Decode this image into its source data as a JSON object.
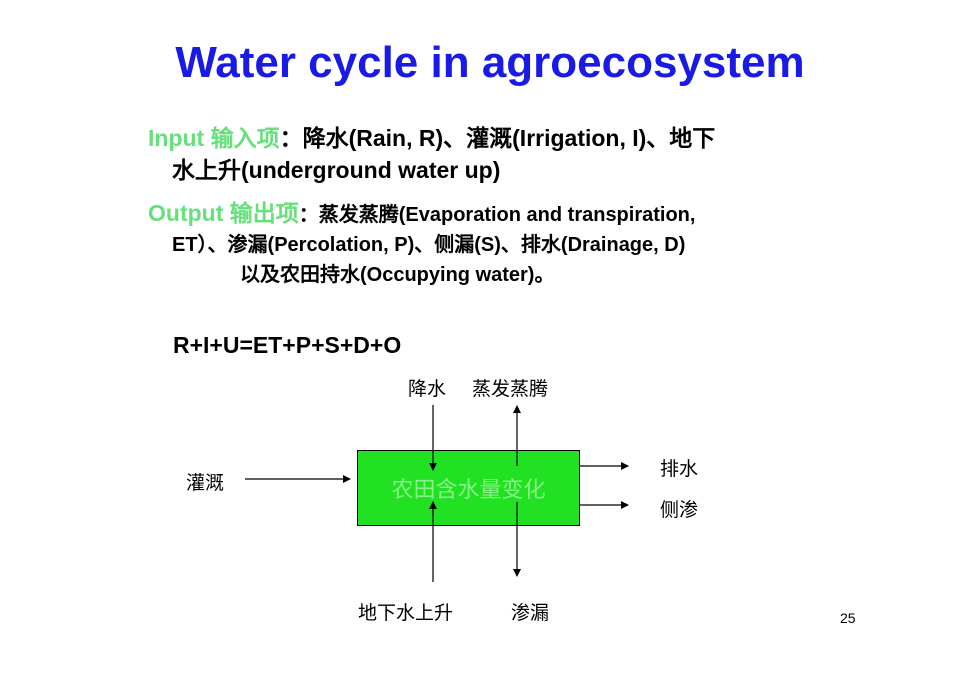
{
  "title": "Water cycle in agroecosystem",
  "input": {
    "label": "Input 输入项",
    "sep": "：",
    "line1": "降水(Rain, R)、灌溉(Irrigation, I)、地下",
    "line2": "水上升(underground water up)"
  },
  "output": {
    "label": "Output 输出项",
    "sep": "：",
    "line1": "蒸发蒸腾(Evaporation and transpiration,",
    "line2": "ET）、渗漏(Percolation, P)、侧漏(S)、排水(Drainage, D)",
    "line3": "以及农田持水(Occupying water)。"
  },
  "equation": "R+I+U=ET+P+S+D+O",
  "diagram": {
    "box_label": "农田含水量变化",
    "rain": "降水",
    "et": "蒸发蒸腾",
    "irrigation": "灌溉",
    "drainage": "排水",
    "side_seepage": "侧渗",
    "groundwater": "地下水上升",
    "percolation": "渗漏",
    "box_color": "#22e022"
  },
  "page_number": "25"
}
